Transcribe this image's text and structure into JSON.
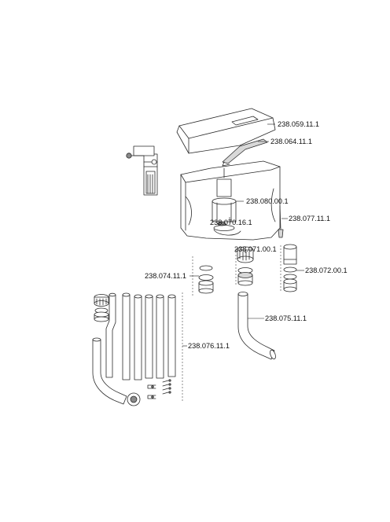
{
  "parts": [
    {
      "id": "cover",
      "number": "238.059.11.1"
    },
    {
      "id": "actuator-plate",
      "number": "238.064.11.1"
    },
    {
      "id": "flush-valve",
      "number": "238.080.00.1"
    },
    {
      "id": "valve-rod",
      "number": "238.077.11.1"
    },
    {
      "id": "bell-seal",
      "number": "238.070.16.1"
    },
    {
      "id": "flush-connector",
      "number": "238.071.00.1"
    },
    {
      "id": "union-connector",
      "number": "238.072.00.1"
    },
    {
      "id": "seal-set",
      "number": "238.074.11.1"
    },
    {
      "id": "flush-bend",
      "number": "238.075.11.1"
    },
    {
      "id": "flush-pipe-set",
      "number": "238.076.11.1"
    }
  ]
}
